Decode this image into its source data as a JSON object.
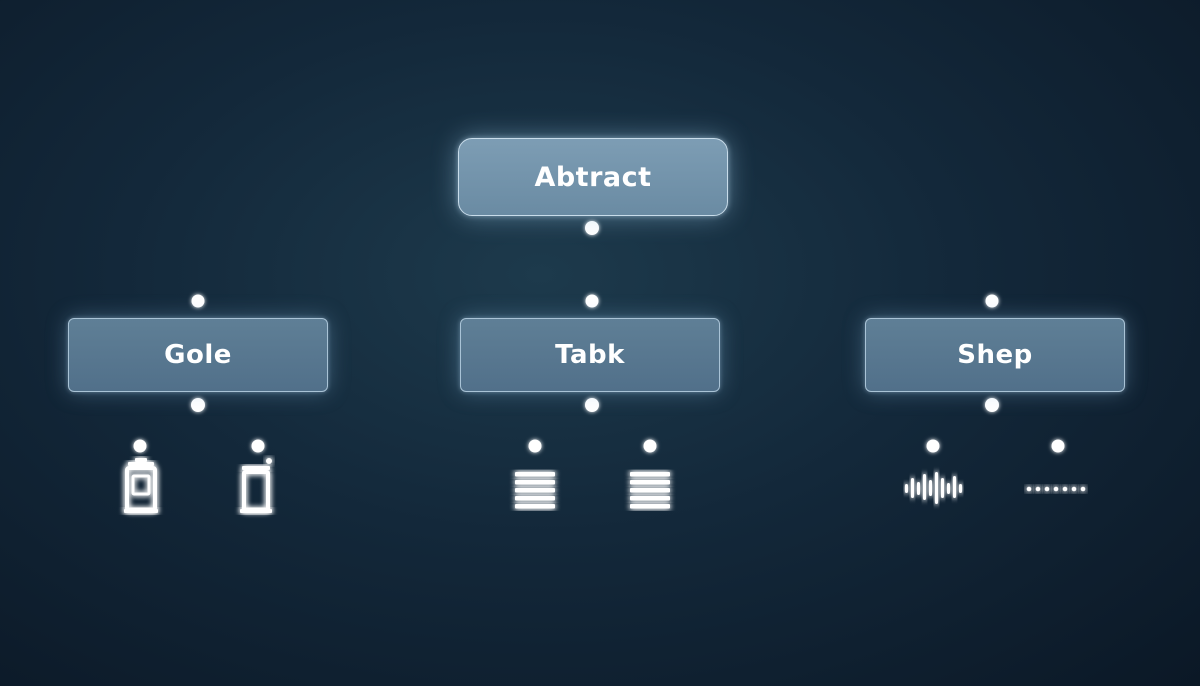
{
  "diagram": {
    "root": {
      "label": "Abtract"
    },
    "children": [
      {
        "label": "Gole",
        "leaves": [
          {
            "icon": "trash-can-icon"
          },
          {
            "icon": "container-icon"
          }
        ]
      },
      {
        "label": "Tabk",
        "leaves": [
          {
            "icon": "list-lines-icon"
          },
          {
            "icon": "list-lines-icon"
          }
        ]
      },
      {
        "label": "Shep",
        "leaves": [
          {
            "icon": "waveform-icon"
          },
          {
            "icon": "dotted-line-icon"
          }
        ]
      }
    ]
  },
  "colors": {
    "background": "#13283a",
    "root_fill": "#7d9db4",
    "child_fill": "#5f7f96",
    "connector": "#f2f8ff"
  }
}
